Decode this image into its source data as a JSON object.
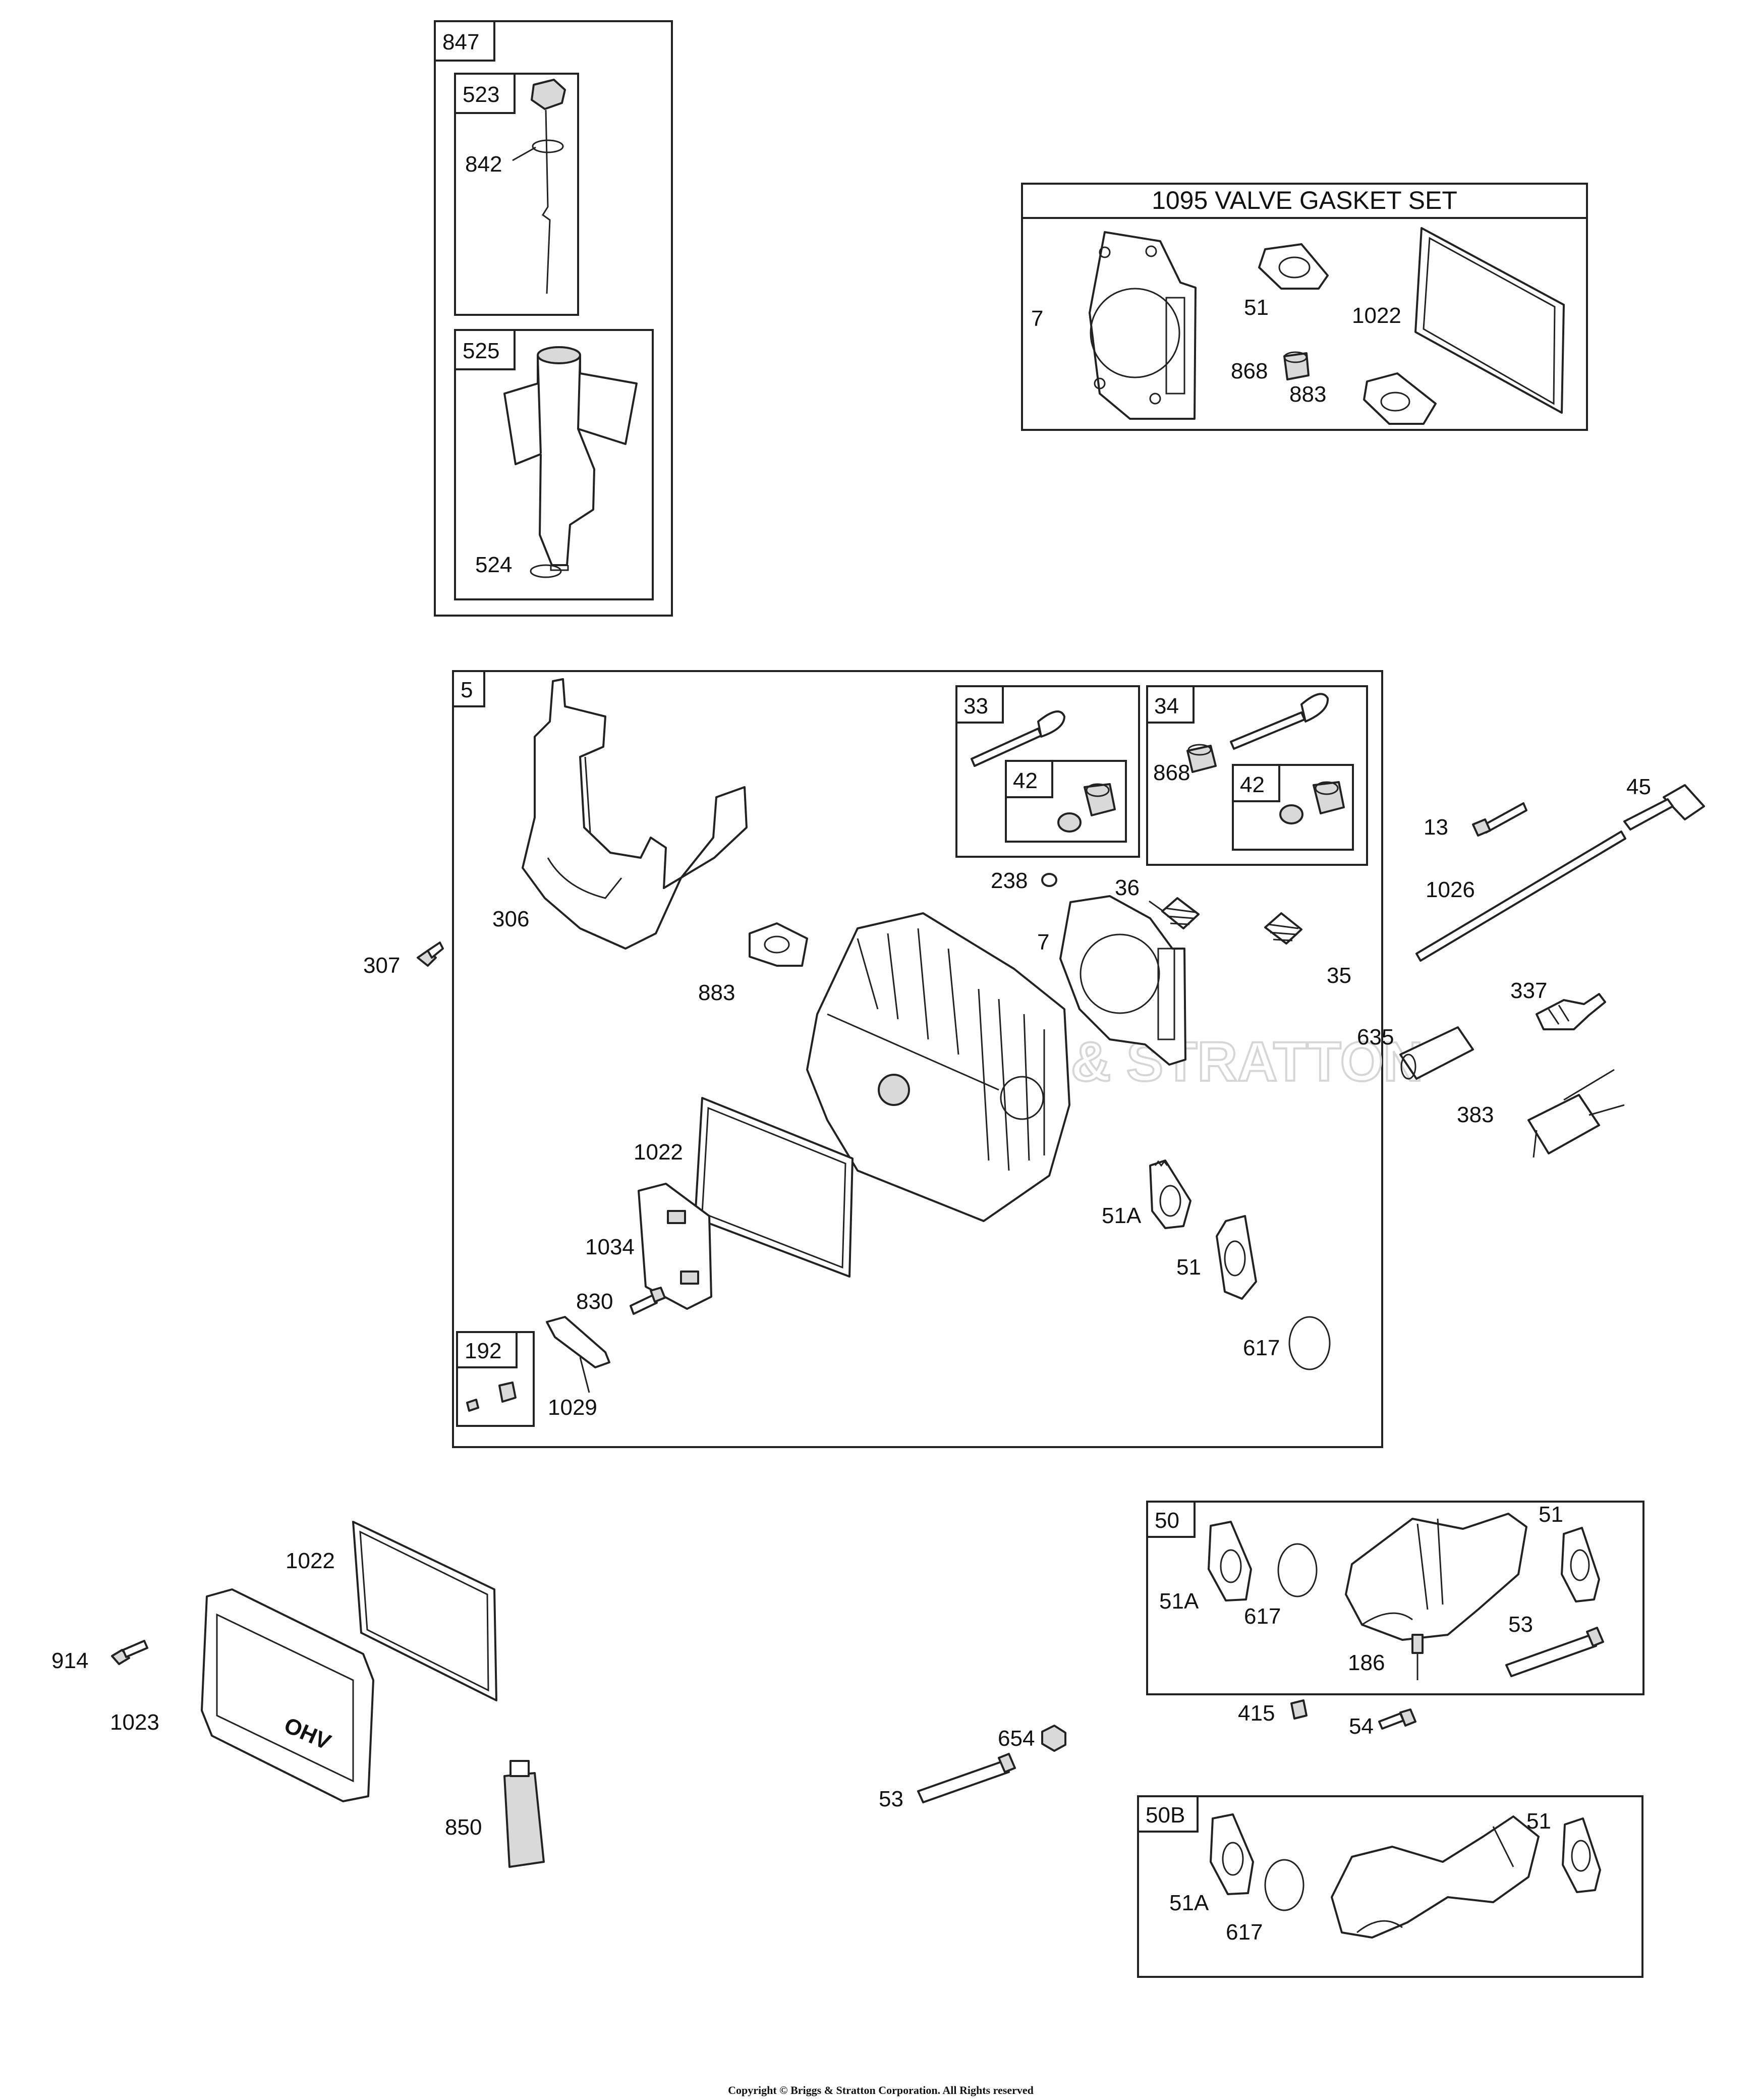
{
  "copyright": "Copyright © Briggs & Stratton Corporation. All Rights reserved",
  "watermark": "BRIGGS & STRATTON",
  "group_tags": {
    "g847": "847",
    "g523": "523",
    "g525": "525",
    "g5": "5",
    "g33": "33",
    "g34": "34",
    "g42a": "42",
    "g42b": "42",
    "g192": "192",
    "g50": "50",
    "g50b": "50B"
  },
  "gasket_set_title": "1095 VALVE GASKET SET",
  "labels": {
    "p842": "842",
    "p524": "524",
    "gs7": "7",
    "gs51": "51",
    "gs1022": "1022",
    "gs868": "868",
    "gs883": "883",
    "p868": "868",
    "p238": "238",
    "p36": "36",
    "p7": "7",
    "p35": "35",
    "p306": "306",
    "p883": "883",
    "p307": "307",
    "p13": "13",
    "p45": "45",
    "p1026": "1026",
    "p337": "337",
    "p635": "635",
    "p383": "383",
    "p1022": "1022",
    "p1034": "1034",
    "p830": "830",
    "p1029": "1029",
    "p51A": "51A",
    "p51": "51",
    "p617": "617",
    "v1022": "1022",
    "v914": "914",
    "v1023": "1023",
    "v850": "850",
    "v654": "654",
    "v53": "53",
    "m51A": "51A",
    "m617": "617",
    "m51": "51",
    "m53": "53",
    "m186": "186",
    "p415": "415",
    "p54": "54",
    "b51A": "51A",
    "b617": "617",
    "b51": "51"
  }
}
